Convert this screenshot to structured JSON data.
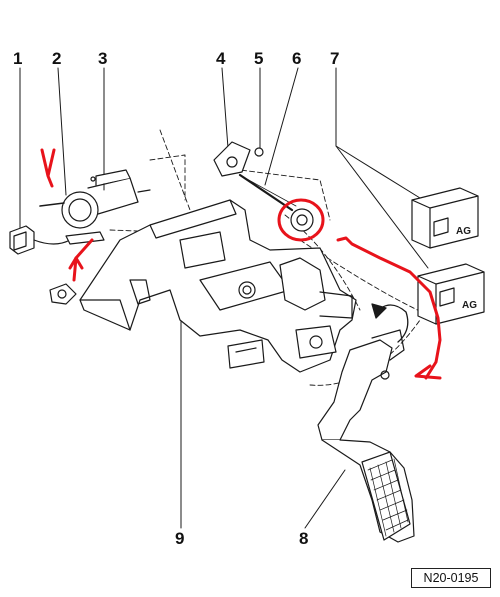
{
  "diagram": {
    "callouts": [
      {
        "id": "1",
        "label": "1"
      },
      {
        "id": "2",
        "label": "2"
      },
      {
        "id": "3",
        "label": "3"
      },
      {
        "id": "4",
        "label": "4"
      },
      {
        "id": "5",
        "label": "5"
      },
      {
        "id": "6",
        "label": "6"
      },
      {
        "id": "7",
        "label": "7"
      },
      {
        "id": "8",
        "label": "8"
      },
      {
        "id": "9",
        "label": "9"
      }
    ],
    "connector_tags": [
      "AG",
      "AG"
    ],
    "reference_code": "N20-0195",
    "markup_color": "#e8131b",
    "line_color": "#1a1a1a"
  }
}
